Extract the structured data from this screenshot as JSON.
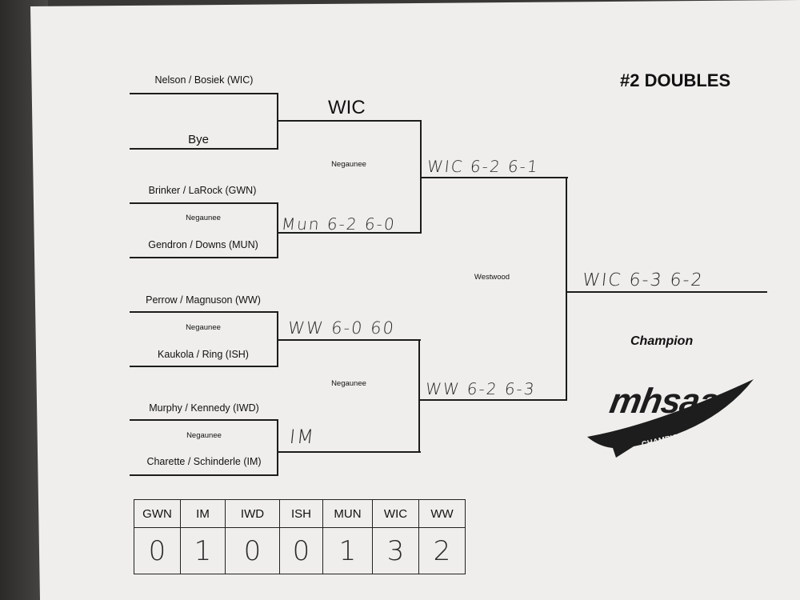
{
  "title": "#2 DOUBLES",
  "champion_label": "Champion",
  "logo": {
    "text_main": "mhsaa",
    "text_sub": "CHAMPIONSHIPS"
  },
  "round1": {
    "m1": {
      "top": "Nelson / Bosiek (WIC)",
      "bottom": "Bye"
    },
    "m2": {
      "top": "Brinker / LaRock (GWN)",
      "site": "Negaunee",
      "bottom": "Gendron / Downs (MUN)"
    },
    "m3": {
      "top": "Perrow / Magnuson (WW)",
      "site": "Negaunee",
      "bottom": "Kaukola / Ring (ISH)"
    },
    "m4": {
      "top": "Murphy / Kennedy (IWD)",
      "site": "Negaunee",
      "bottom": "Charette / Schinderle (IM)"
    }
  },
  "round2": {
    "w1": "WIC",
    "w2": "Mun  6-2 6-0",
    "w3": "WW 6-0 60",
    "w4": "IM",
    "site_top": "Negaunee",
    "site_bottom": "Negaunee"
  },
  "semis": {
    "w_top": "WIC  6-2 6-1",
    "w_bottom": "WW 6-2 6-3",
    "site": "Westwood"
  },
  "final": {
    "winner": "WIC  6-3  6-2"
  },
  "scores": {
    "teams": [
      "GWN",
      "IM",
      "IWD",
      "ISH",
      "MUN",
      "WIC",
      "WW"
    ],
    "points": [
      "0",
      "1",
      "0",
      "0",
      "1",
      "3",
      "2"
    ]
  }
}
